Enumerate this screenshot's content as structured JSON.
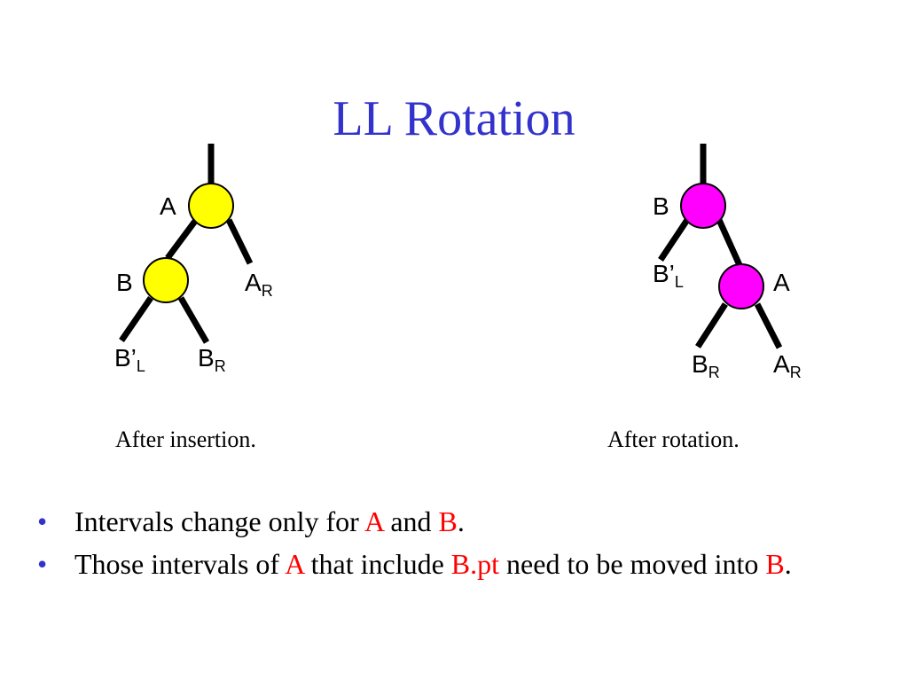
{
  "colors": {
    "title": "#3333cc",
    "bullet": "#3333cc",
    "highlight": "#ff0000",
    "node_after_insertion": "#ffff00",
    "node_after_rotation": "#ff00ff",
    "edge": "#000000"
  },
  "slide": {
    "title": "LL Rotation"
  },
  "diagram_left": {
    "caption": "After insertion.",
    "node_top": "A",
    "node_child": "B",
    "subtree_right": {
      "base": "A",
      "sub": "R"
    },
    "subtree_left_left": {
      "base": "B’",
      "sub": "L"
    },
    "subtree_left_right": {
      "base": "B",
      "sub": "R"
    }
  },
  "diagram_right": {
    "caption": "After rotation.",
    "node_top": "B",
    "node_child": "A",
    "subtree_left": {
      "base": "B’",
      "sub": "L"
    },
    "subtree_right_left": {
      "base": "B",
      "sub": "R"
    },
    "subtree_right_right": {
      "base": "A",
      "sub": "R"
    }
  },
  "bullets": [
    {
      "parts": [
        {
          "text": "Intervals change only for ",
          "highlight": false
        },
        {
          "text": "A",
          "highlight": true
        },
        {
          "text": " and ",
          "highlight": false
        },
        {
          "text": "B",
          "highlight": true
        },
        {
          "text": ".",
          "highlight": false
        }
      ]
    },
    {
      "parts": [
        {
          "text": "Those intervals of ",
          "highlight": false
        },
        {
          "text": "A",
          "highlight": true
        },
        {
          "text": " that include ",
          "highlight": false
        },
        {
          "text": "B.pt",
          "highlight": true
        },
        {
          "text": " need to be moved into ",
          "highlight": false
        },
        {
          "text": "B",
          "highlight": true
        },
        {
          "text": ".",
          "highlight": false
        }
      ]
    }
  ],
  "bullet_symbol": "•"
}
